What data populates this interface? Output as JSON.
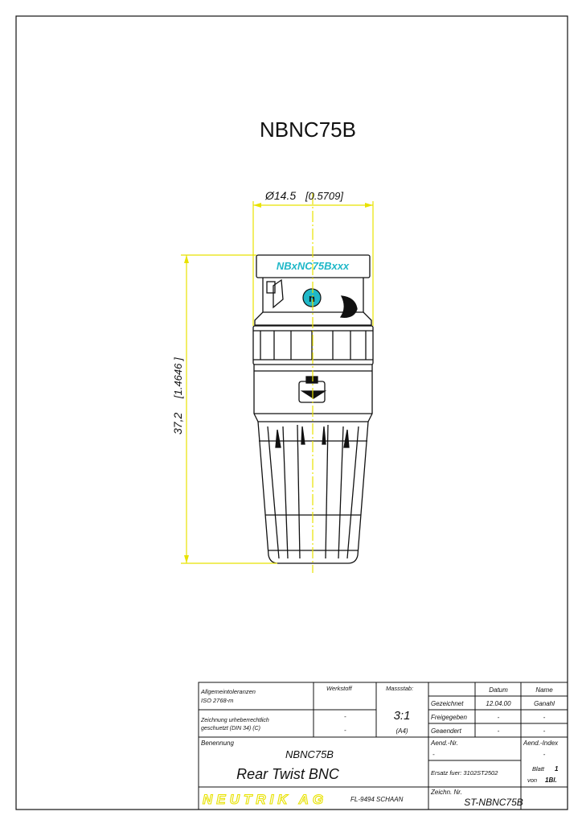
{
  "part_title": "NBNC75B",
  "dimensions": {
    "diameter": "Ø14.5",
    "diameter_inch": "[0.5709]",
    "length": "37,2",
    "length_inch": "[1.4646 ]"
  },
  "product_marking": "NBxNC75Bxxx",
  "colors": {
    "dimension": "#e8e200",
    "marking": "#20b8c8",
    "outline": "#111111"
  },
  "title_block": {
    "tolerances_label": "Allgemeintoleranzen",
    "tolerances_value": "ISO 2768-m",
    "copyright_line1": "Zeichnung urheberrechtlich",
    "copyright_line2": "geschuetzt (DIN 34) (C)",
    "material_label": "Werkstoff",
    "material_value1": "-",
    "material_value2": "-",
    "scale_label": "Massstab:",
    "scale_value": "3:1",
    "scale_format": "(A4)",
    "date_header": "Datum",
    "name_header": "Name",
    "rows": [
      {
        "label": "Gezeichnet",
        "date": "12.04.00",
        "name": "Ganahl"
      },
      {
        "label": "Freigegeben",
        "date": "-",
        "name": "-"
      },
      {
        "label": "Geaendert",
        "date": "-",
        "name": "-"
      }
    ],
    "designation_label": "Benennung",
    "designation_code": "NBNC75B",
    "designation_name": "Rear Twist BNC",
    "change_no_label": "Aend.-Nr.",
    "change_no_value": "-",
    "change_index_label": "Aend.-Index",
    "change_index_value": "-",
    "replacement": "Ersatz fuer: 3102ST2502",
    "sheet_label": "Blatt",
    "sheet_value": "1",
    "of_label": "von",
    "of_value": "1Bl.",
    "company": "NEUTRIK AG",
    "location": "FL-9494 SCHAAN",
    "drawing_no_label": "Zeichn. Nr.",
    "drawing_no_value": "ST-NBNC75B"
  }
}
